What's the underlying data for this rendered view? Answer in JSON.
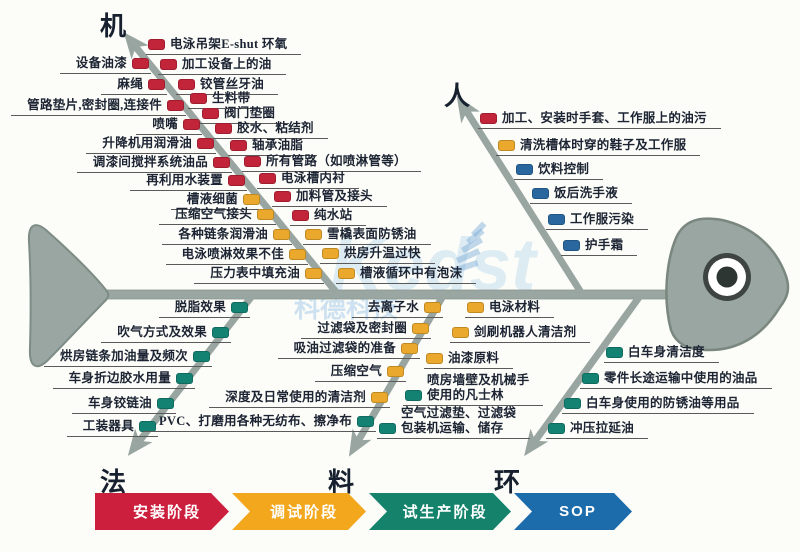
{
  "categories": {
    "machine": {
      "label": "机"
    },
    "person": {
      "label": "人"
    },
    "method": {
      "label": "法"
    },
    "material": {
      "label": "料"
    },
    "environment": {
      "label": "环"
    }
  },
  "machine_left": [
    {
      "text": "设备油漆",
      "stage": "install"
    },
    {
      "text": "麻绳",
      "stage": "install"
    },
    {
      "text": "管路垫片,密封圈,连接件",
      "stage": "install"
    },
    {
      "text": "喷嘴",
      "stage": "install"
    },
    {
      "text": "升降机用润滑油",
      "stage": "install"
    },
    {
      "text": "调漆间搅拌系统油品",
      "stage": "install"
    },
    {
      "text": "再利用水装置",
      "stage": "install"
    },
    {
      "text": "槽液细菌",
      "stage": "debug"
    },
    {
      "text": "压缩空气接头",
      "stage": "debug"
    },
    {
      "text": "各种链条润滑油",
      "stage": "debug"
    },
    {
      "text": "电泳喷淋效果不佳",
      "stage": "debug"
    },
    {
      "text": "压力表中填充油",
      "stage": "debug"
    }
  ],
  "machine_right": [
    {
      "text": "电泳吊架E-shut 环氧",
      "stage": "install"
    },
    {
      "text": "加工设备上的油",
      "stage": "install"
    },
    {
      "text": "铰管丝牙油",
      "stage": "install"
    },
    {
      "text": "生料带",
      "stage": "install"
    },
    {
      "text": "阀门垫圈",
      "stage": "install"
    },
    {
      "text": "胶水、粘结剂",
      "stage": "install"
    },
    {
      "text": "轴承油脂",
      "stage": "install"
    },
    {
      "text": "所有管路（如喷淋管等）",
      "stage": "install"
    },
    {
      "text": "电泳槽内衬",
      "stage": "install"
    },
    {
      "text": "加料管及接头",
      "stage": "install"
    },
    {
      "text": "纯水站",
      "stage": "install"
    },
    {
      "text": "雪橇表面防锈油",
      "stage": "debug"
    },
    {
      "text": "烘房升温过快",
      "stage": "debug"
    },
    {
      "text": "槽液循环中有泡沫",
      "stage": "debug"
    }
  ],
  "person_items": [
    {
      "text": "加工、安装时手套、工作服上的油污",
      "stage": "install"
    },
    {
      "text": "清洗槽体时穿的鞋子及工作服",
      "stage": "debug"
    },
    {
      "text": "饮料控制",
      "stage": "sop"
    },
    {
      "text": "饭后洗手液",
      "stage": "sop"
    },
    {
      "text": "工作服污染",
      "stage": "sop"
    },
    {
      "text": "护手霜",
      "stage": "sop"
    }
  ],
  "method_items": [
    {
      "text": "脱脂效果",
      "stage": "trial"
    },
    {
      "text": "吹气方式及效果",
      "stage": "trial"
    },
    {
      "text": "烘房链条加油量及频次",
      "stage": "trial"
    },
    {
      "text": "车身折边胶水用量",
      "stage": "trial"
    },
    {
      "text": "车身铰链油",
      "stage": "trial"
    },
    {
      "text": "工装器具",
      "stage": "trial"
    }
  ],
  "material_left": [
    {
      "text": "去离子水",
      "stage": "debug"
    },
    {
      "text": "过滤袋及密封圈",
      "stage": "debug"
    },
    {
      "text": "吸油过滤袋的准备",
      "stage": "debug"
    },
    {
      "text": "压缩空气",
      "stage": "debug"
    },
    {
      "text": "深度及日常使用的清洁剂",
      "stage": "debug"
    },
    {
      "text": "PVC、打磨用各种无纺布、擦净布",
      "stage": "trial"
    }
  ],
  "material_right": [
    {
      "text": "电泳材料",
      "stage": "debug"
    },
    {
      "text": "剑刷机器人清洁剂",
      "stage": "debug"
    },
    {
      "text": "油漆原料",
      "stage": "debug"
    },
    {
      "text": "喷房墙壁及机械手\n使用的凡士林",
      "stage": "trial"
    },
    {
      "text": "空气过滤垫、过滤袋\n包装机运输、储存",
      "stage": "trial"
    }
  ],
  "environment_items": [
    {
      "text": "白车身清洁度",
      "stage": "trial"
    },
    {
      "text": "零件长途运输中使用的油品",
      "stage": "trial"
    },
    {
      "text": "白车身使用的防锈油等用品",
      "stage": "trial"
    },
    {
      "text": "冲压拉延油",
      "stage": "trial"
    }
  ],
  "stages": [
    {
      "label": "安装阶段",
      "color": "#cc1f3d"
    },
    {
      "label": "调试阶段",
      "color": "#f2a71c"
    },
    {
      "label": "试生产阶段",
      "color": "#15836c"
    },
    {
      "label": "SOP",
      "color": "#1c6cab"
    }
  ],
  "marker_colors": {
    "install": "#c2243a",
    "debug": "#eaa82c",
    "trial": "#148273",
    "sop": "#29679e"
  },
  "watermark": {
    "logo_text": "Kedst",
    "company": "科德科技"
  }
}
